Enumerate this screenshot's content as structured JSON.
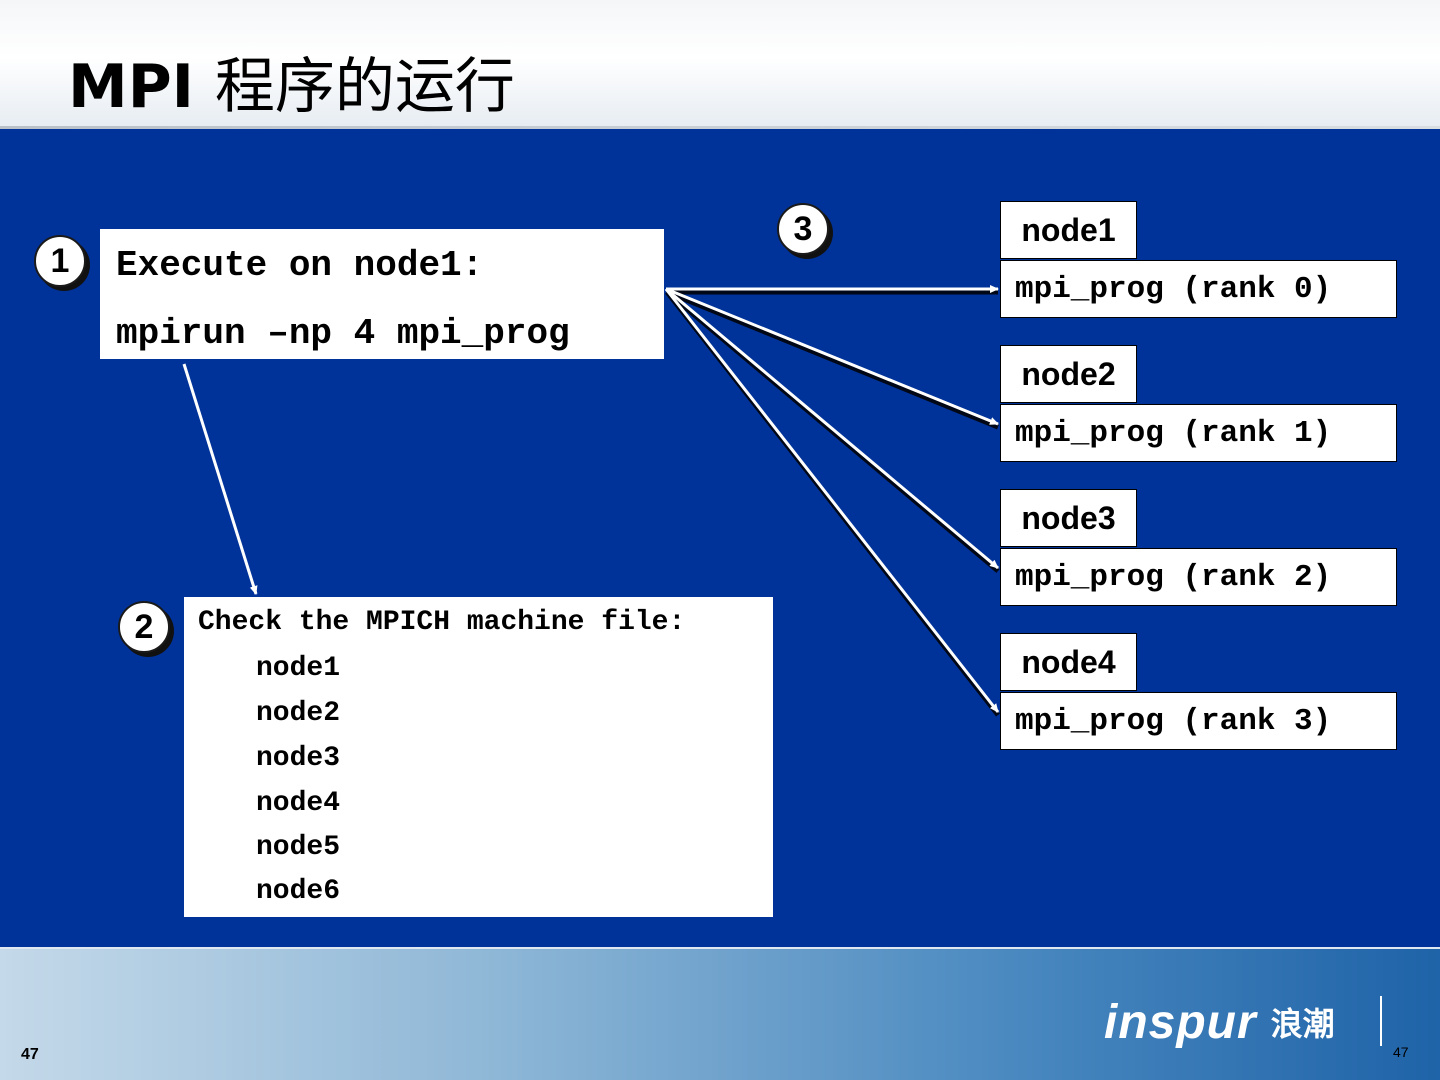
{
  "slide": {
    "title_latin": "MPI",
    "title_cn": "程序的运行",
    "page_number": "47"
  },
  "step1": {
    "badge": "1",
    "line1": "Execute on node1:",
    "line2": "mpirun –np 4 mpi_prog"
  },
  "step2": {
    "badge": "2",
    "heading": "Check the MPICH machine file:",
    "machines": [
      "node1",
      "node2",
      "node3",
      "node4",
      "node5",
      "node6"
    ]
  },
  "step3": {
    "badge": "3",
    "nodes": [
      {
        "label": "node1",
        "process": "mpi_prog (rank 0)"
      },
      {
        "label": "node2",
        "process": "mpi_prog (rank 1)"
      },
      {
        "label": "node3",
        "process": "mpi_prog (rank 2)"
      },
      {
        "label": "node4",
        "process": "mpi_prog (rank 3)"
      }
    ]
  },
  "footer": {
    "logo_en": "inspur",
    "logo_cn": "浪潮"
  },
  "colors": {
    "background_blue": "#003399",
    "box_white": "#ffffff"
  }
}
